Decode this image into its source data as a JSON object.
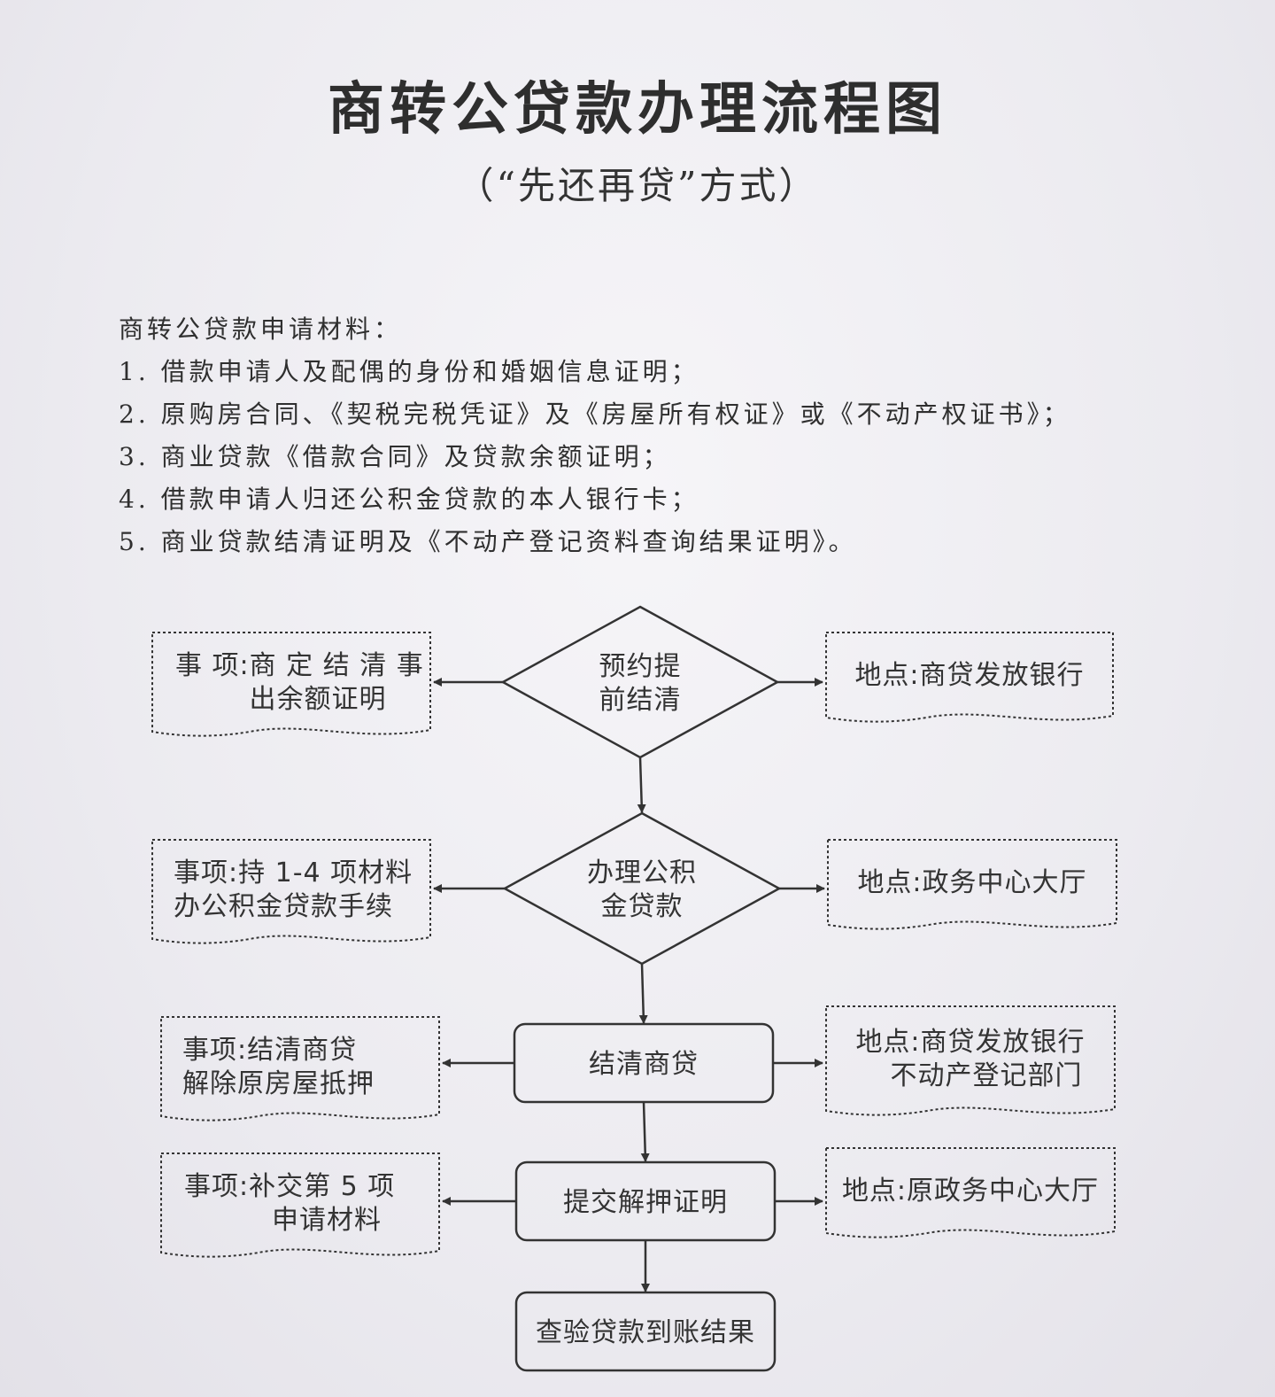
{
  "document": {
    "title": "商转公贷款办理流程图",
    "subtitle": "（“先还再贷”方式）"
  },
  "materials": {
    "heading": "商转公贷款申请材料：",
    "items": [
      "1. 借款申请人及配偶的身份和婚姻信息证明；",
      "2. 原购房合同、《契税完税凭证》及《房屋所有权证》或《不动产权证书》；",
      "3. 商业贷款《借款合同》及贷款余额证明；",
      "4. 借款申请人归还公积金贷款的本人银行卡；",
      "5. 商业贷款结清证明及《不动产登记资料查询结果证明》。"
    ]
  },
  "flow": {
    "steps": [
      {
        "label_lines": [
          "预约提",
          "前结清"
        ],
        "shape": "diamond"
      },
      {
        "label_lines": [
          "办理公积",
          "金贷款"
        ],
        "shape": "diamond"
      },
      {
        "label_lines": [
          "结清商贷"
        ],
        "shape": "rect"
      },
      {
        "label_lines": [
          "提交解押证明"
        ],
        "shape": "rect"
      },
      {
        "label_lines": [
          "查验贷款到账结果"
        ],
        "shape": "rect"
      }
    ],
    "matters": [
      {
        "lines": [
          "事 项:商 定 结 清 事",
          "出余额证明"
        ]
      },
      {
        "lines": [
          "事项:持 1-4 项材料",
          "办公积金贷款手续"
        ]
      },
      {
        "lines": [
          "事项:结清商贷",
          "解除原房屋抵押"
        ]
      },
      {
        "lines": [
          "事项:补交第 5 项",
          "申请材料"
        ]
      }
    ],
    "locations": [
      {
        "lines": [
          "地点:商贷发放银行"
        ]
      },
      {
        "lines": [
          "地点:政务中心大厅"
        ]
      },
      {
        "lines": [
          "地点:商贷发放银行",
          "不动产登记部门"
        ]
      },
      {
        "lines": [
          "地点:原政务中心大厅"
        ]
      }
    ]
  },
  "colors": {
    "ink": "#333333",
    "paper": "#efedf2"
  }
}
